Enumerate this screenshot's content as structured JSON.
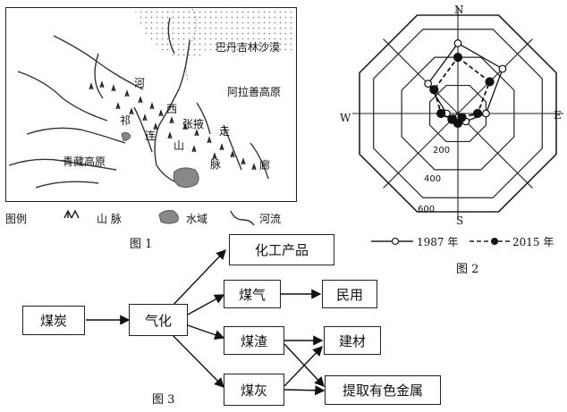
{
  "figure1": {
    "caption": "图 1",
    "labels": {
      "badain": "巴丹吉林沙漠",
      "alxa": "阿拉善高原",
      "qingzang": "青藏高原",
      "zhangye": "张掖",
      "he": "河",
      "xi": "西",
      "qi": "祁",
      "lian": "连",
      "shan": "山",
      "zou": "走",
      "mai": "脉",
      "lang": "廊"
    },
    "legend": {
      "title": "图例",
      "mountain": "山 脉",
      "water": "水域",
      "river": "河流"
    }
  },
  "figure2": {
    "caption": "图 2",
    "compass": {
      "n": "N",
      "e": "E",
      "s": "S",
      "w": "W"
    },
    "rings": [
      "200",
      "400",
      "600"
    ],
    "legend": {
      "a": "1987 年",
      "b": "2015 年"
    },
    "chart_data": {
      "type": "radar",
      "axes": [
        "N",
        "NE",
        "E",
        "SE",
        "S",
        "SW",
        "W",
        "NW"
      ],
      "series": [
        {
          "name": "1987 年",
          "values": [
            500,
            450,
            200,
            80,
            30,
            50,
            80,
            300
          ]
        },
        {
          "name": "2015 年",
          "values": [
            400,
            320,
            140,
            40,
            70,
            60,
            120,
            240
          ]
        }
      ],
      "rlim": [
        0,
        700
      ]
    }
  },
  "figure3": {
    "caption": "图 3",
    "nodes": {
      "coal": "煤炭",
      "gasify": "气化",
      "chem": "化工产品",
      "gas": "煤气",
      "civil": "民用",
      "slag": "煤渣",
      "build": "建材",
      "ash": "煤灰",
      "metal": "提取有色金属"
    }
  }
}
